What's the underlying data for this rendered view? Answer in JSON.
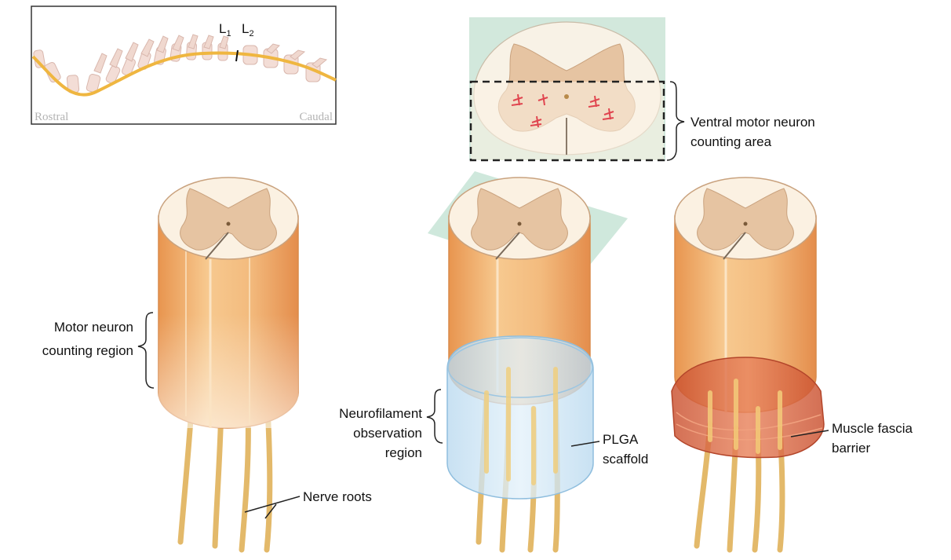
{
  "inset": {
    "level_left": "L",
    "level_left_sub": "1",
    "level_right": "L",
    "level_right_sub": "2",
    "rostral_label": "Rostral",
    "caudal_label": "Caudal"
  },
  "cross_section_callout": {
    "line1": "Ventral motor neuron",
    "line2": "counting area"
  },
  "left_model": {
    "region_line1": "Motor neuron",
    "region_line2": "counting region",
    "roots_label": "Nerve roots"
  },
  "middle_model": {
    "region_line1": "Neurofilament",
    "region_line2": "observation",
    "region_line3": "region",
    "scaffold_line1": "PLGA",
    "scaffold_line2": "scaffold"
  },
  "right_model": {
    "barrier_line1": "Muscle fascia",
    "barrier_line2": "barrier"
  },
  "colors": {
    "cord_orange": "#f2b97a",
    "cord_dark": "#e08a48",
    "grey_matter": "#e9c3a0",
    "white_matter": "#fbf1e2",
    "root_yellow": "#eac770",
    "scaffold_blue": "#cfe6f4",
    "fascia_red": "#d9653f",
    "plane_teal": "#cfe5d9"
  }
}
